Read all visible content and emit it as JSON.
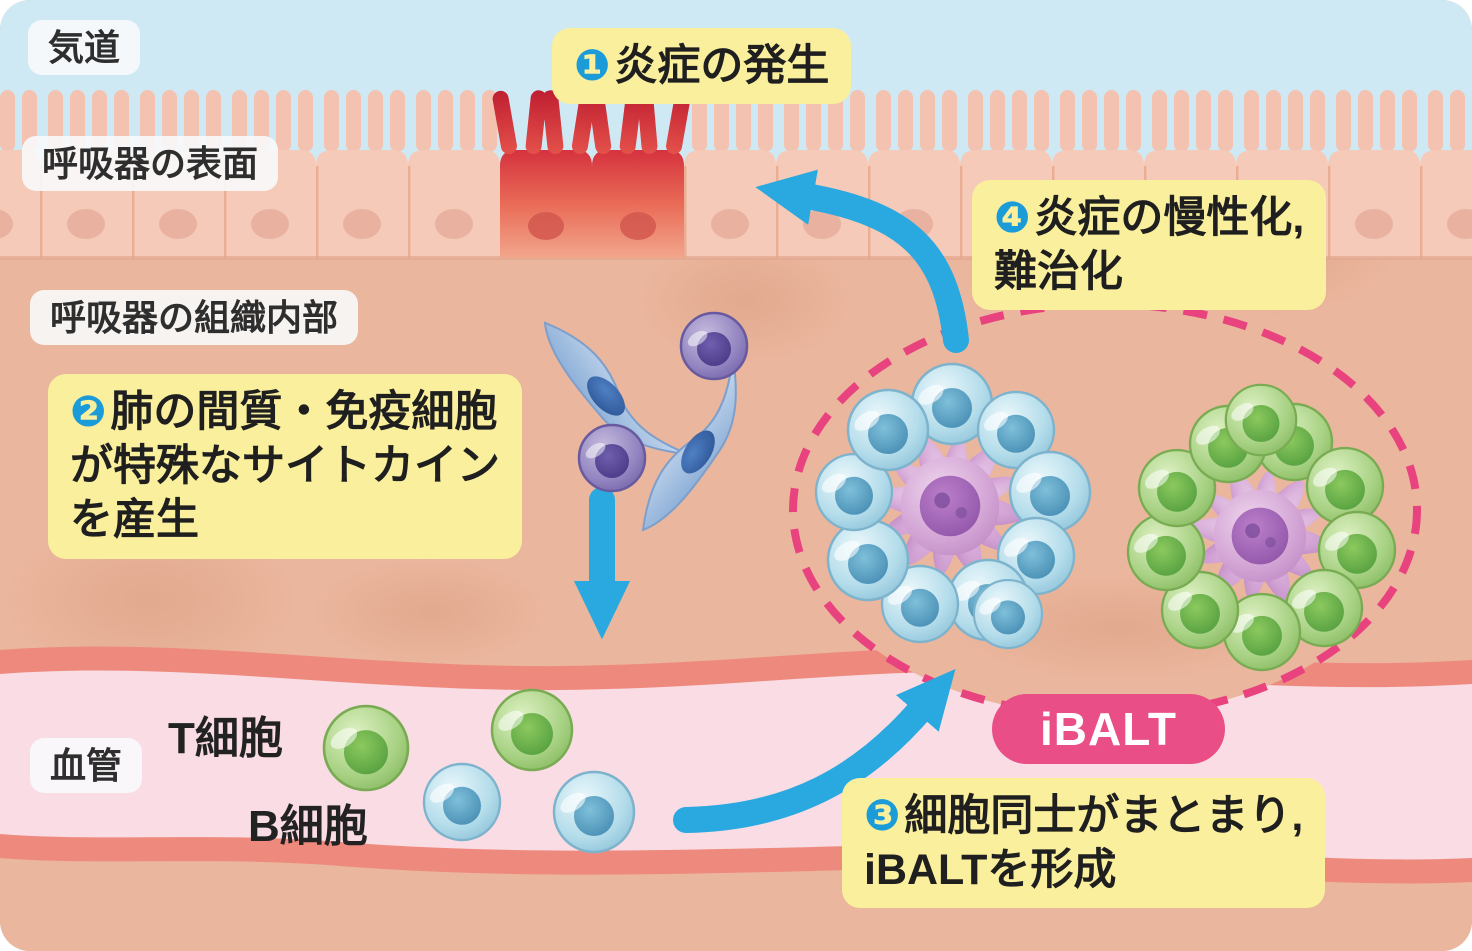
{
  "regions": {
    "airway": "気道",
    "surface": "呼吸器の表面",
    "tissue_interior": "呼吸器の組織内部",
    "vessel": "血管"
  },
  "steps": {
    "s1": {
      "num": "❶",
      "text": "炎症の発生"
    },
    "s2": {
      "num": "❷",
      "lines": [
        "肺の間質・免疫細胞",
        "が特殊なサイトカイン",
        "を産生"
      ]
    },
    "s3": {
      "num": "❸",
      "lines": [
        "細胞同士がまとまり,",
        "iBALTを形成"
      ]
    },
    "s4": {
      "num": "❹",
      "lines": [
        "炎症の慢性化,",
        "難治化"
      ]
    }
  },
  "cells": {
    "t_cell": "T細胞",
    "b_cell": "B細胞"
  },
  "ibalt": {
    "label": "iBALT"
  },
  "colors": {
    "airway_blue": "#cfe9f4",
    "tissue_salmon": "#eab69d",
    "vessel_wall_red": "#ee8a7d",
    "vessel_lumen_pink": "#f9dce4",
    "note_yellow": "#f9ef9c",
    "arrow_blue": "#2aa9e0",
    "step_number_blue": "#1b9cd8",
    "ibalt_badge_pink": "#e94e86",
    "ibalt_boundary_pink": "#e8437f",
    "inflamed_red": "#d5323e",
    "t_cell_green": "#8abe64",
    "b_cell_teal": "#92c6dc",
    "immune_cell_purple": "#8a7aba"
  }
}
